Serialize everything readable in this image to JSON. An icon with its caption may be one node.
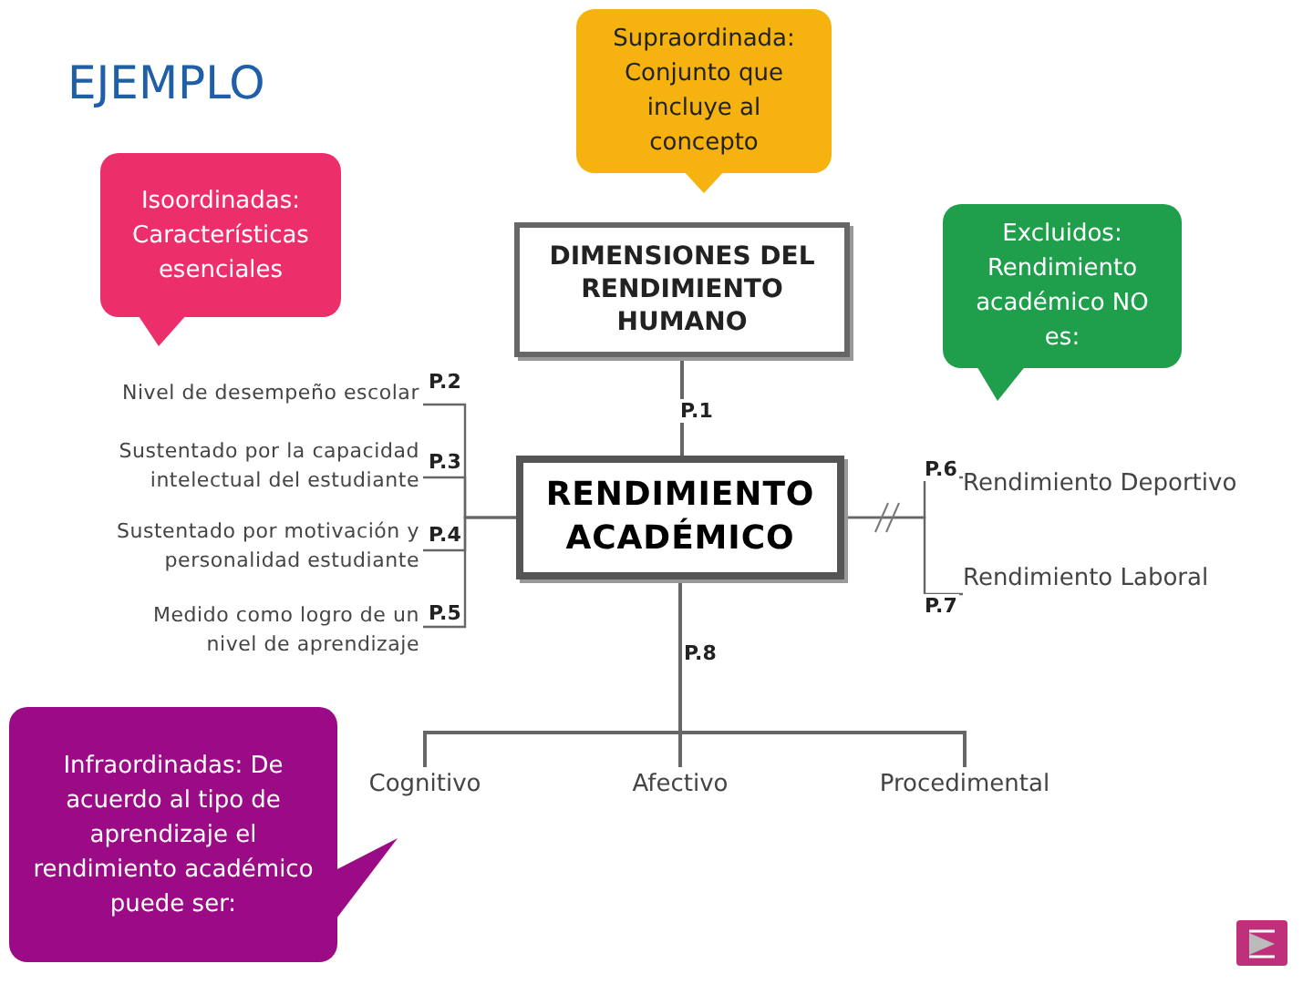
{
  "diagram": {
    "title": "EJEMPLO",
    "nodes": [
      {
        "text": [
          "Supraordinada: Conjunto que incluye al concepto"
        ]
      },
      {
        "text": [
          "Isoordinadas: Características esenciales"
        ]
      },
      {
        "text": [
          "Excluidos: Rendimiento académico NO es:"
        ]
      },
      {
        "text": [
          "Infraordinadas: De acuerdo al tipo de aprendizaje el rendimiento académico puede ser:"
        ]
      },
      {
        "text": [
          "DIMENSIONES DEL RENDIMIENTO HUMANO"
        ]
      },
      {
        "text": [
          "RENDIMIENTO ACADÉMICO"
        ]
      },
      {
        "text": [
          "Nivel de desempeño escolar"
        ]
      },
      {
        "text": [
          "Sustentado por la capacidad intelectual del estudiante"
        ]
      },
      {
        "text": [
          "Sustentado por motivación y personalidad estudiante"
        ]
      },
      {
        "text": [
          "Medido como logro de un nivel de aprendizaje"
        ]
      },
      {
        "text": [
          "Rendimiento Deportivo"
        ]
      },
      {
        "text": [
          "Rendimiento Laboral"
        ]
      },
      {
        "text": [
          "Cognitivo"
        ]
      },
      {
        "text": [
          "Afectivo"
        ]
      },
      {
        "text": [
          "Procedimental"
        ]
      }
    ],
    "edges": [
      {
        "from": 4,
        "to": 5,
        "arrow": "none",
        "label": "P.1"
      },
      {
        "from": 5,
        "to": 6,
        "arrow": "none",
        "label": "P.2"
      },
      {
        "from": 5,
        "to": 7,
        "arrow": "none",
        "label": "P.3"
      },
      {
        "from": 5,
        "to": 8,
        "arrow": "none",
        "label": "P.4"
      },
      {
        "from": 5,
        "to": 9,
        "arrow": "none",
        "label": "P.5"
      },
      {
        "from": 5,
        "to": 10,
        "arrow": "none",
        "label": "P.6"
      },
      {
        "from": 5,
        "to": 11,
        "arrow": "none",
        "label": "P.7"
      },
      {
        "from": 5,
        "to": 12,
        "arrow": "none"
      },
      {
        "from": 5,
        "to": 13,
        "arrow": "none",
        "label": "P.8"
      },
      {
        "from": 5,
        "to": 14,
        "arrow": "none"
      }
    ]
  }
}
